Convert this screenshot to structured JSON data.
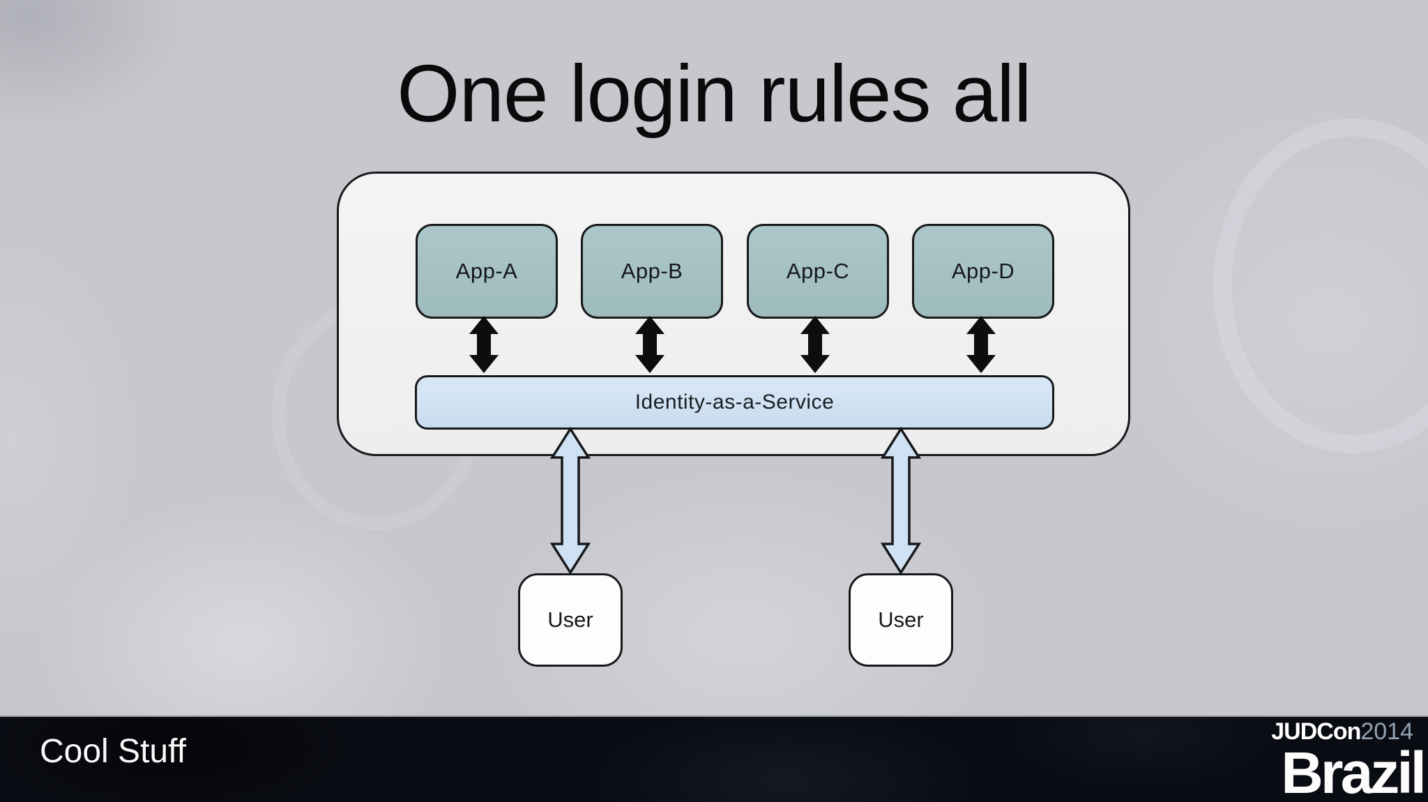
{
  "title": "One login rules all",
  "diagram": {
    "apps": [
      {
        "label": "App-A"
      },
      {
        "label": "App-B"
      },
      {
        "label": "App-C"
      },
      {
        "label": "App-D"
      }
    ],
    "service": {
      "label": "Identity-as-a-Service"
    },
    "users": [
      {
        "label": "User"
      },
      {
        "label": "User"
      }
    ]
  },
  "footer": {
    "caption": "Cool Stuff",
    "logo": {
      "brand": "JUDCon",
      "year": "2014",
      "location": "Brazil"
    }
  },
  "colors": {
    "slide_background": "#c7c8ce",
    "panel_fill": "#f2f2f3",
    "app_box_fill": "#a5c0c3",
    "service_bar_fill": "#d1e2f2",
    "user_box_fill": "#fdfdfd",
    "arrow_black": "#0d0d0d",
    "arrow_blue_fill": "#cfe2f3",
    "outline": "#17181a",
    "footer_background": "#0a0c13",
    "title_color": "#0a0a0b",
    "footer_text_color": "#fafafa",
    "logo_year_color": "#93a3b4"
  }
}
